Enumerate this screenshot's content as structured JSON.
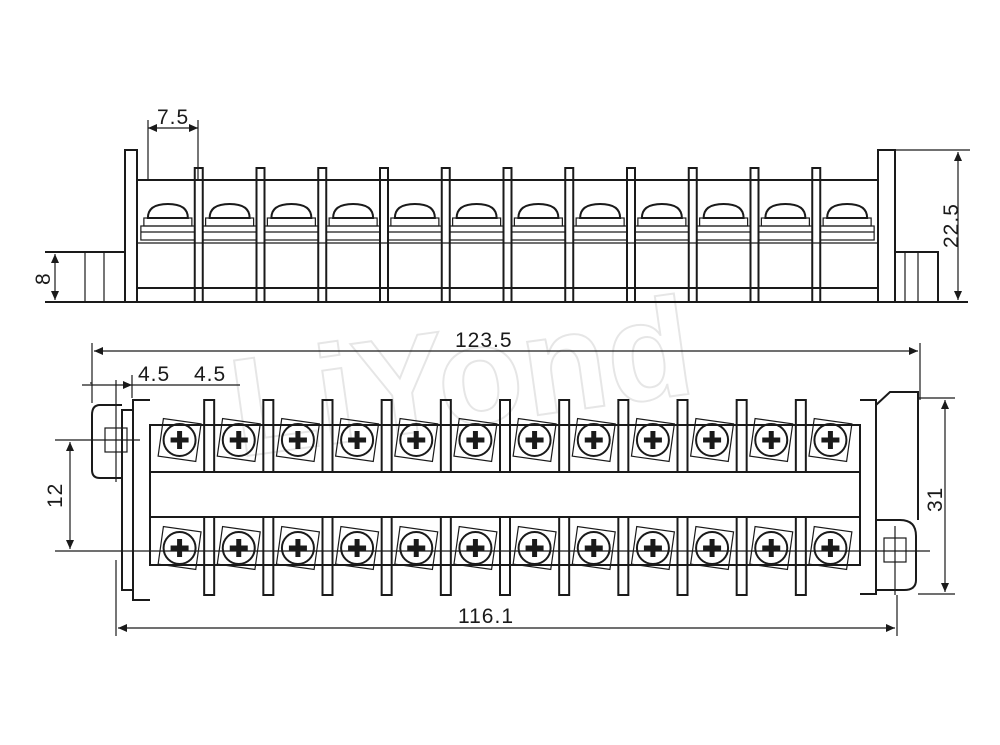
{
  "watermark": "LiYond",
  "dimensions": {
    "pitch_top": "7.5",
    "height_total": "22.5",
    "height_base": "8",
    "length_overall": "123.5",
    "offset_a": "4.5",
    "offset_b": "4.5",
    "row_spacing": "12",
    "width_total": "31",
    "length_mount": "116.1"
  },
  "poles": 12,
  "line_color": "#1a1a1a"
}
